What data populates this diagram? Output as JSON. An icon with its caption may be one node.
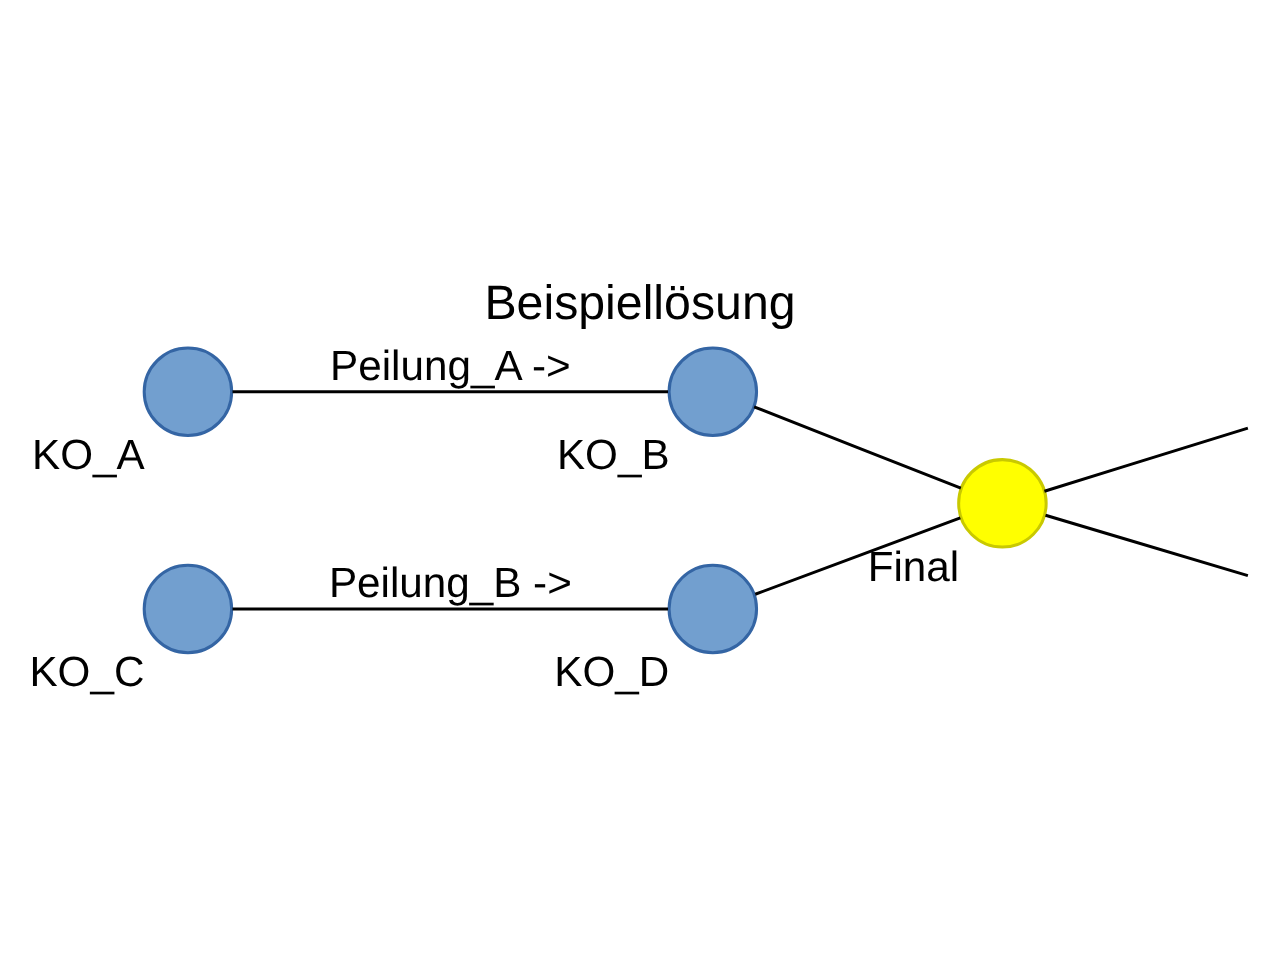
{
  "diagram": {
    "title": "Beispiellösung",
    "nodes": [
      {
        "text": [],
        "shape": "circle",
        "beside": [
          "KO_A"
        ]
      },
      {
        "text": [],
        "shape": "circle",
        "beside": [
          "KO_B"
        ]
      },
      {
        "text": [],
        "shape": "circle",
        "beside": [
          "Final"
        ]
      },
      {
        "text": [],
        "shape": "circle",
        "beside": [
          "KO_D"
        ]
      },
      {
        "text": [],
        "shape": "circle",
        "beside": [
          "KO_C"
        ]
      }
    ],
    "edges": [
      {
        "from": 0,
        "to": 1,
        "arrow": "none",
        "label": "Peilung_A ->"
      },
      {
        "from": 1,
        "to": 2,
        "arrow": "none"
      },
      {
        "from": 2,
        "to": null,
        "arrow": "none"
      },
      {
        "from": 4,
        "to": 3,
        "arrow": "none",
        "label": "Peilung_B ->"
      },
      {
        "from": 3,
        "to": 2,
        "arrow": "none"
      },
      {
        "from": 2,
        "to": null,
        "arrow": "none"
      }
    ]
  }
}
